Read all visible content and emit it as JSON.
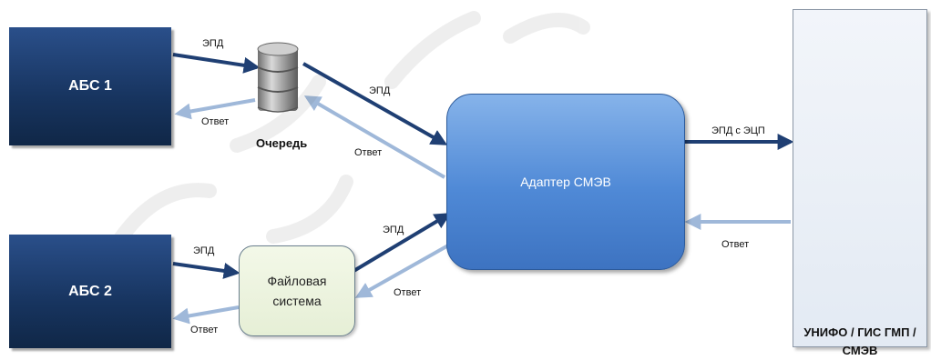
{
  "nodes": {
    "abs1": "АБС 1",
    "abs2": "АБС 2",
    "queue": "Очередь",
    "file_system_line1": "Файловая",
    "file_system_line2": "система",
    "adapter": "Адаптер СМЭВ",
    "external_line1": "УНИФО / ГИС ГМП /",
    "external_line2": "СМЭВ"
  },
  "edge_labels": {
    "epd": "ЭПД",
    "answer": "Ответ",
    "epd_with_signature": "ЭПД с ЭЦП"
  },
  "colors": {
    "forward_arrow": "#1f3f73",
    "return_arrow": "#9fb8d9",
    "db_icon": "#8a8a8a"
  },
  "icons": [
    "database-icon"
  ]
}
